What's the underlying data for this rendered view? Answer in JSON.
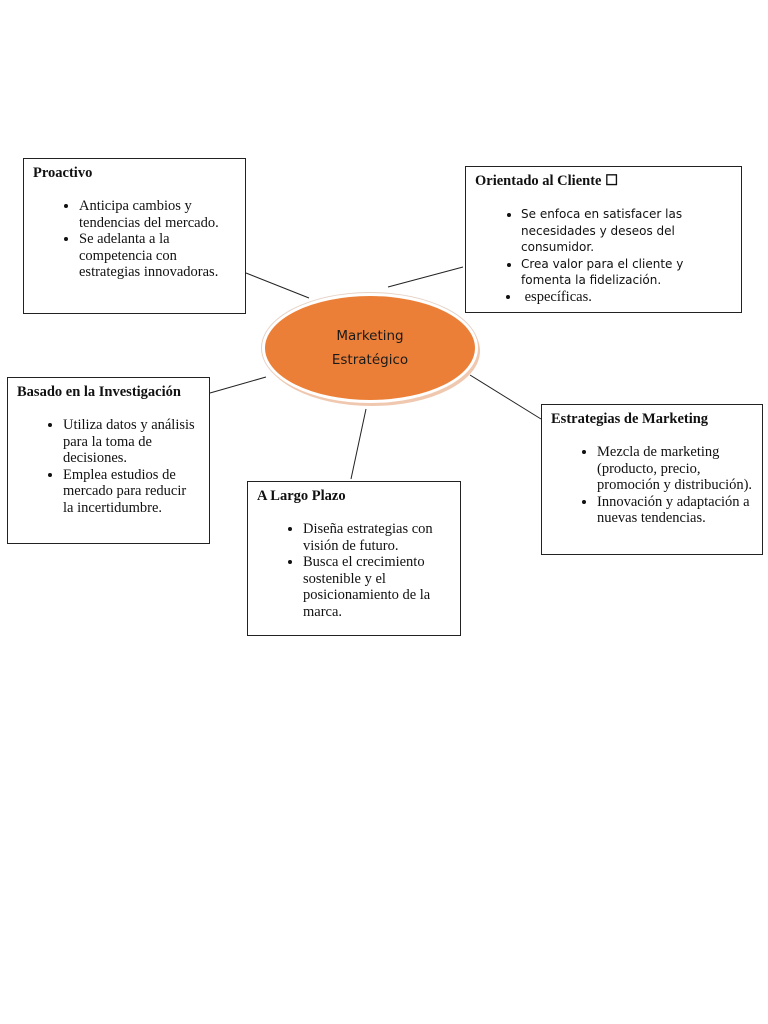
{
  "center": {
    "line1": "Marketing",
    "line2": "Estratégico",
    "color": "#ec7f37"
  },
  "boxes": {
    "proactivo": {
      "title": "Proactivo",
      "items": [
        "Anticipa cambios y tendencias del mercado.",
        "Se adelanta a la competencia con estrategias innovadoras."
      ]
    },
    "cliente": {
      "title": "Orientado al Cliente ☐",
      "items": [
        "Se enfoca en satisfacer las necesidades y deseos del consumidor.",
        "Crea valor para el cliente y fomenta la fidelización.",
        " específicas."
      ]
    },
    "investigacion": {
      "title": "Basado en la Investigación",
      "items": [
        "Utiliza datos y análisis para la toma de decisiones.",
        "Emplea estudios de mercado para reducir la incertidumbre."
      ]
    },
    "largo_plazo": {
      "title": "A Largo Plazo",
      "items": [
        "Diseña estrategias con visión de futuro.",
        "Busca el crecimiento sostenible y el posicionamiento de la marca."
      ]
    },
    "estrategias": {
      "title": "Estrategias de Marketing",
      "items": [
        "Mezcla de marketing (producto, precio, promoción y distribución).",
        "Innovación y adaptación a nuevas tendencias."
      ]
    }
  }
}
